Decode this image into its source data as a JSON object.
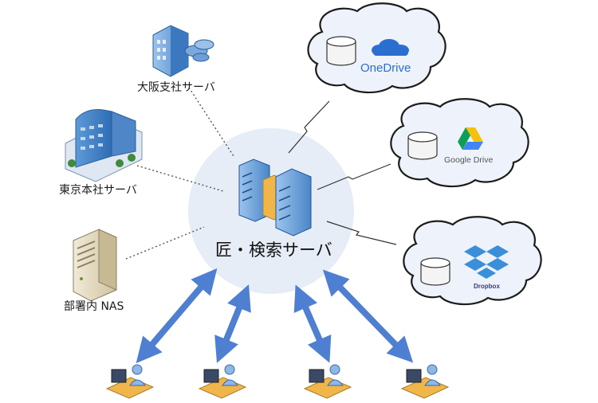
{
  "center": {
    "label": "匠・検索サーバ"
  },
  "servers": [
    {
      "label": "大阪支社サーバ",
      "icon": "office-building-server-icon"
    },
    {
      "label": "東京本社サーバ",
      "icon": "headquarters-building-icon"
    },
    {
      "label": "部署内 NAS",
      "icon": "nas-tower-icon"
    }
  ],
  "clouds": [
    {
      "service": "OneDrive",
      "icon": "onedrive-logo-icon"
    },
    {
      "service": "Google Drive",
      "icon": "google-drive-logo-icon"
    },
    {
      "service": "Dropbox",
      "icon": "dropbox-logo-icon"
    }
  ],
  "clients": [
    {
      "icon": "user-at-computer-icon"
    },
    {
      "icon": "user-at-computer-icon"
    },
    {
      "icon": "user-at-computer-icon"
    },
    {
      "icon": "user-at-computer-icon"
    }
  ],
  "colors": {
    "hub_circle": "#e6edf7",
    "cloud_fill": "#eef3fb",
    "arrow": "#4f7fd0",
    "onedrive": "#2a6fcf",
    "dropbox": "#3a8fd8"
  }
}
